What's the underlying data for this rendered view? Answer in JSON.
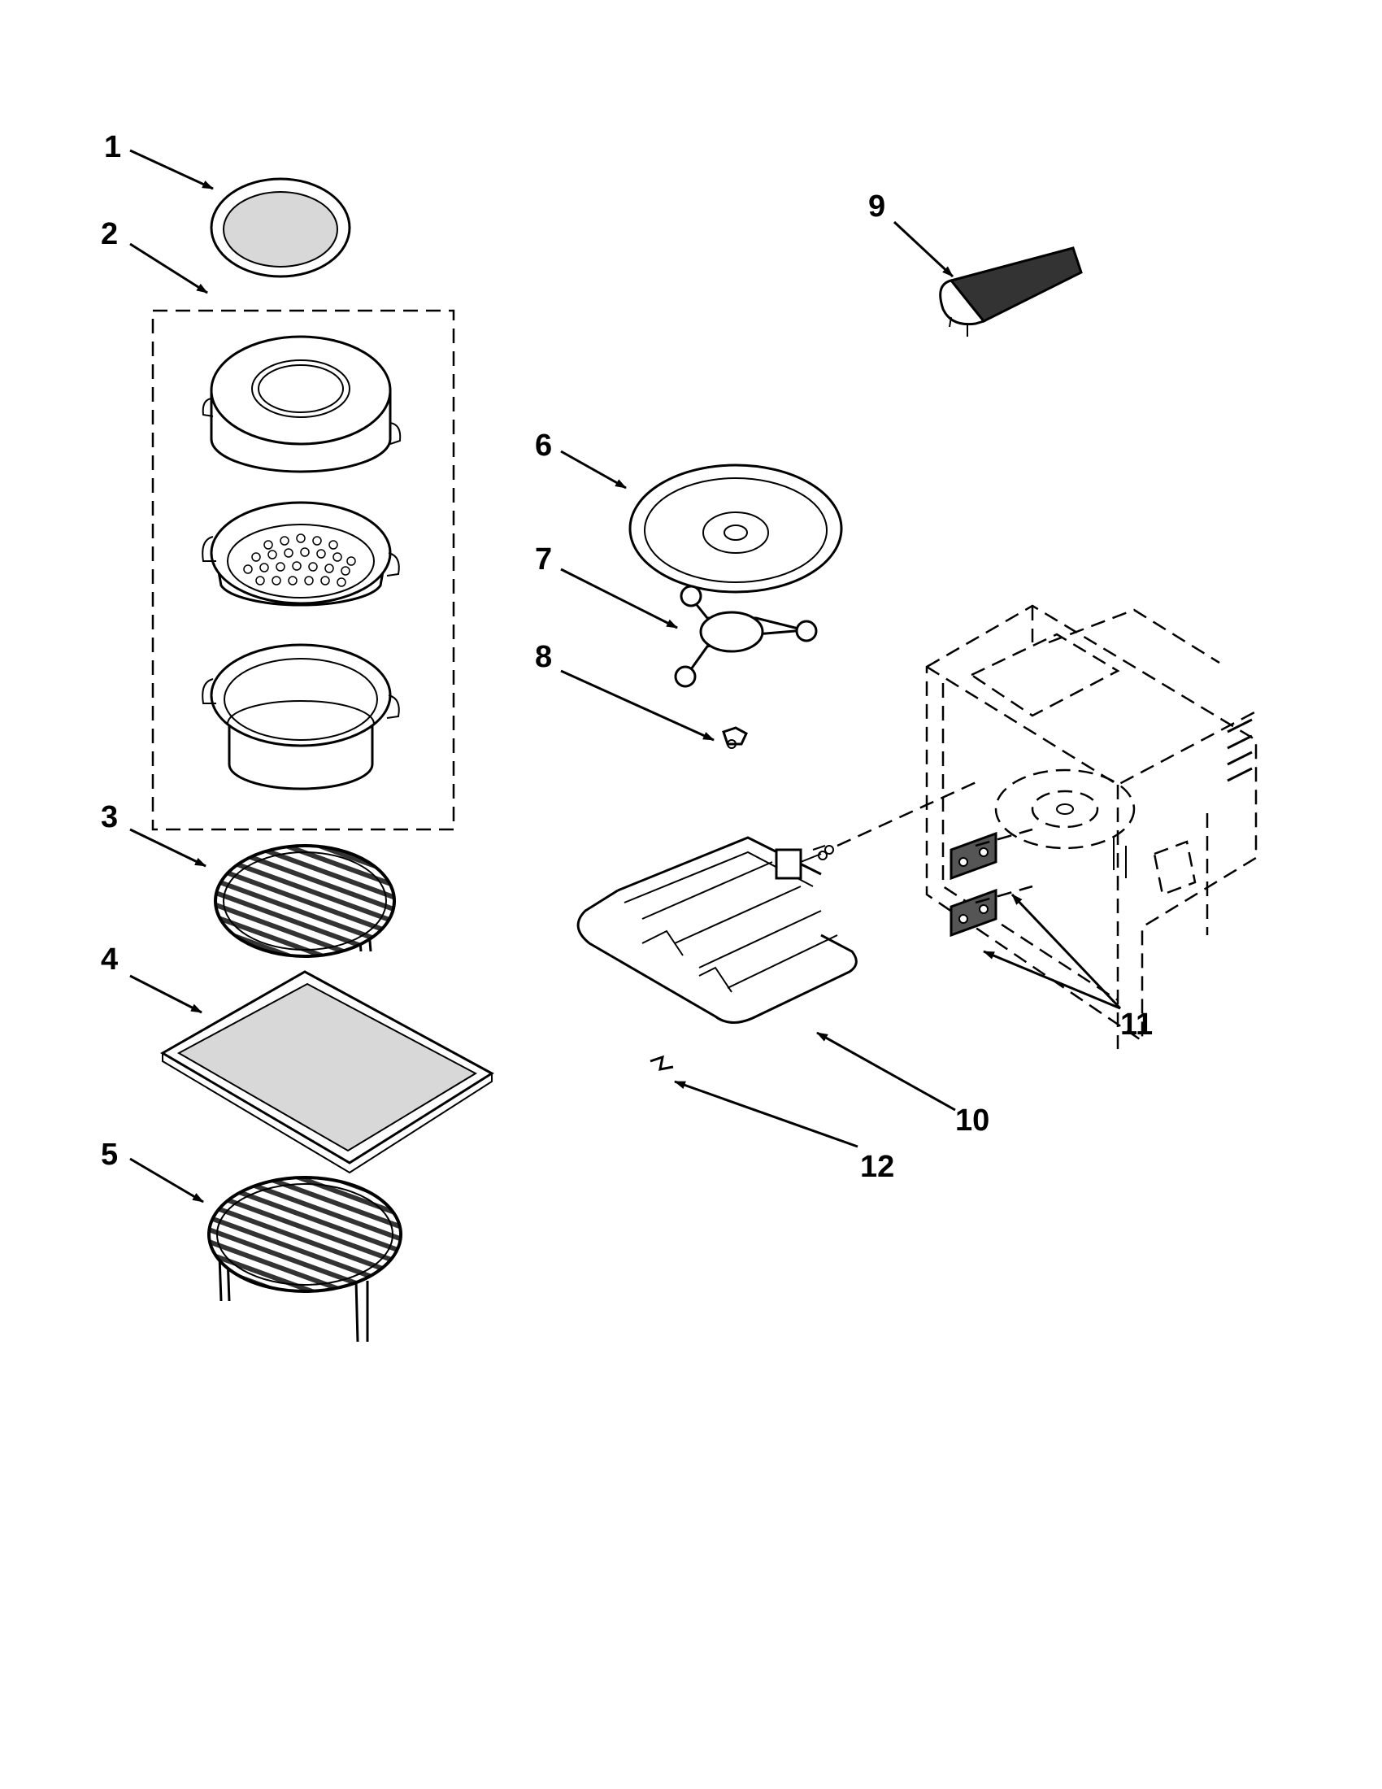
{
  "diagram": {
    "callouts": [
      {
        "id": "1",
        "label": "1"
      },
      {
        "id": "2",
        "label": "2"
      },
      {
        "id": "3",
        "label": "3"
      },
      {
        "id": "4",
        "label": "4"
      },
      {
        "id": "5",
        "label": "5"
      },
      {
        "id": "6",
        "label": "6"
      },
      {
        "id": "7",
        "label": "7"
      },
      {
        "id": "8",
        "label": "8"
      },
      {
        "id": "9",
        "label": "9"
      },
      {
        "id": "10",
        "label": "10"
      },
      {
        "id": "11",
        "label": "11"
      },
      {
        "id": "12",
        "label": "12"
      }
    ],
    "colors": {
      "line": "#000000",
      "background": "#ffffff",
      "shade": "#d8d8d8"
    }
  }
}
